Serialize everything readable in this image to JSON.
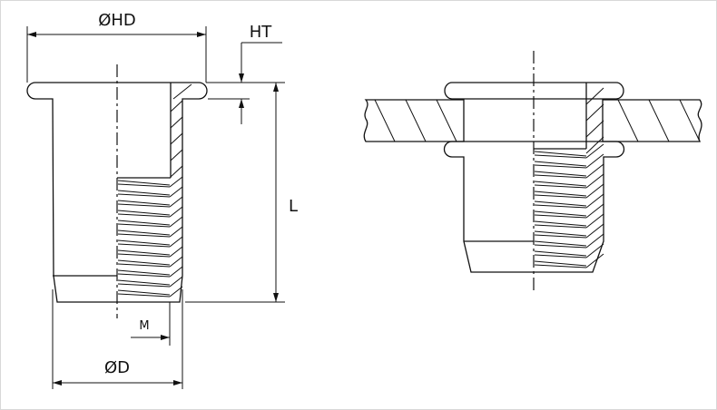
{
  "labels": {
    "head_diameter": "ØHD",
    "head_thickness": "HT",
    "length": "L",
    "thread": "M",
    "body_diameter": "ØD"
  },
  "colors": {
    "line": "#111111",
    "background": "#ffffff"
  }
}
